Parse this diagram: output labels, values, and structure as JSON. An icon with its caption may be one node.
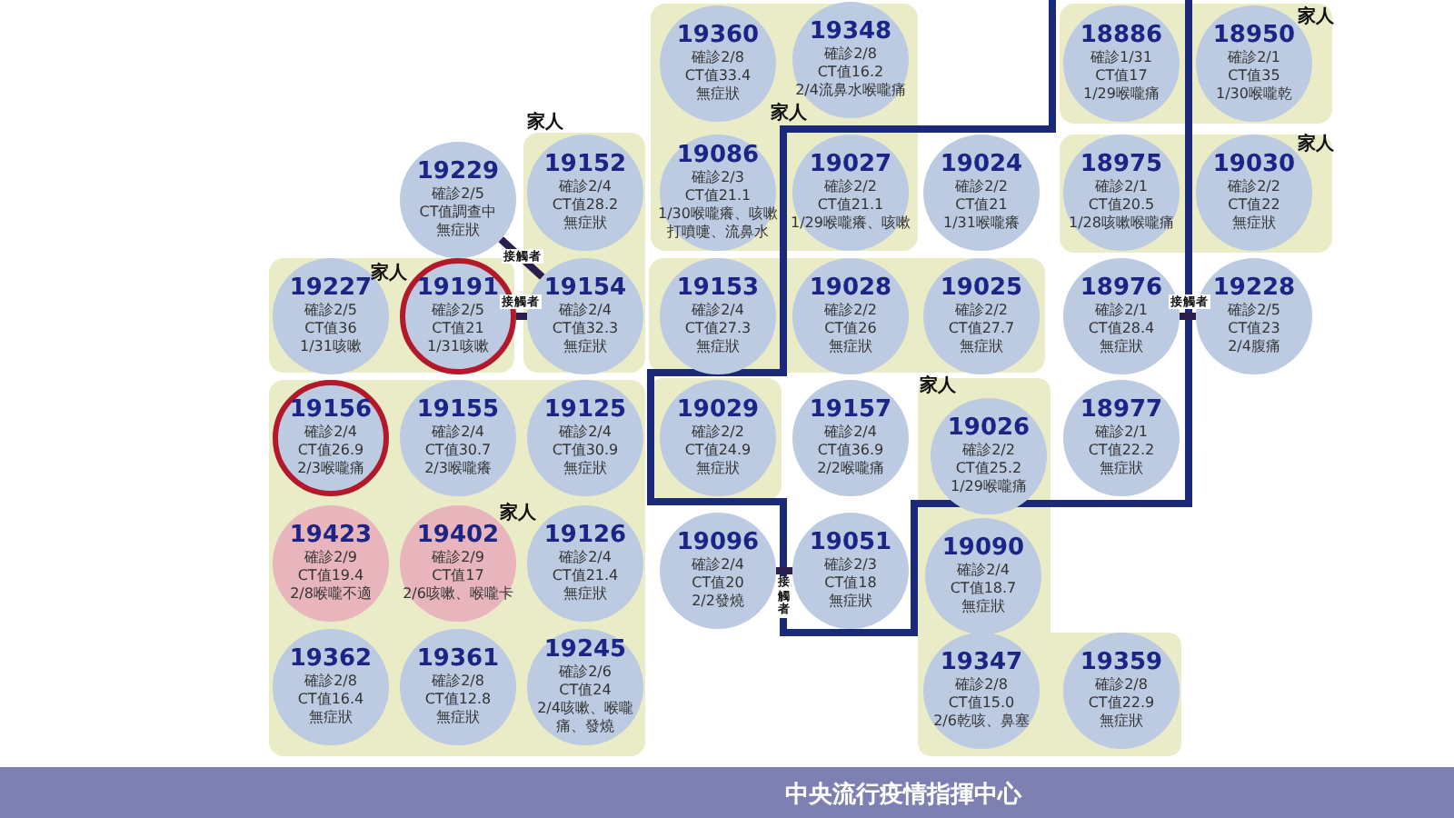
{
  "diagram": {
    "nodes": [
      {
        "text": [
          "家人"
        ]
      },
      {
        "text": [
          "19360",
          "確診2/8",
          "CT值33.4",
          "無症狀"
        ],
        "in": 0
      },
      {
        "text": [
          "19348",
          "確診2/8",
          "CT值16.2",
          "2/4流鼻水喉嚨痛"
        ],
        "in": 0
      },
      {
        "text": [
          "家人"
        ]
      },
      {
        "text": [
          "18886",
          "確診1/31",
          "CT值17",
          "1/29喉嚨痛"
        ],
        "in": 3
      },
      {
        "text": [
          "18950",
          "確診2/1",
          "CT值35",
          "1/30喉嚨乾"
        ],
        "in": 3
      },
      {
        "text": [
          "19229",
          "確診2/5",
          "CT值調查中",
          "無症狀"
        ]
      },
      {
        "text": [
          "家人"
        ]
      },
      {
        "text": [
          "19152",
          "確診2/4",
          "CT值28.2",
          "無症狀"
        ],
        "in": 7
      },
      {
        "text": [
          "19086",
          "確診2/3",
          "CT值21.1",
          "1/30喉嚨癢、咳嗽打噴嚏、流鼻水"
        ],
        "in": 0
      },
      {
        "text": [
          "19027",
          "確診2/2",
          "CT值21.1",
          "1/29喉嚨癢、咳嗽"
        ],
        "in": 0
      },
      {
        "text": [
          "19024",
          "確診2/2",
          "CT值21",
          "1/31喉嚨癢"
        ]
      },
      {
        "text": [
          "家人"
        ]
      },
      {
        "text": [
          "18975",
          "確診2/1",
          "CT值20.5",
          "1/28咳嗽喉嚨痛"
        ],
        "in": 12
      },
      {
        "text": [
          "19030",
          "確診2/2",
          "CT值22",
          "無症狀"
        ],
        "in": 12
      },
      {
        "text": [
          "家人"
        ]
      },
      {
        "text": [
          "19227",
          "確診2/5",
          "CT值36",
          "1/31咳嗽"
        ],
        "in": 15
      },
      {
        "text": [
          "19191",
          "確診2/5",
          "CT值21",
          "1/31咳嗽"
        ],
        "in": 15
      },
      {
        "text": [
          "19154",
          "確診2/4",
          "CT值32.3",
          "無症狀"
        ],
        "in": 7
      },
      {
        "text": [],
        "shape": "box"
      },
      {
        "text": [
          "19153",
          "確診2/4",
          "CT值27.3",
          "無症狀"
        ],
        "in": 19
      },
      {
        "text": [
          "19028",
          "確診2/2",
          "CT值26",
          "無症狀"
        ],
        "in": 19
      },
      {
        "text": [
          "19025",
          "確診2/2",
          "CT值27.7",
          "無症狀"
        ],
        "in": 19
      },
      {
        "text": [
          "18976",
          "確診2/1",
          "CT值28.4",
          "無症狀"
        ]
      },
      {
        "text": [
          "19228",
          "確診2/5",
          "CT值23",
          "2/4腹痛"
        ]
      },
      {
        "text": [
          "家人"
        ]
      },
      {
        "text": [
          "19156",
          "確診2/4",
          "CT值26.9",
          "2/3喉嚨痛"
        ],
        "in": 25
      },
      {
        "text": [
          "19155",
          "確診2/4",
          "CT值30.7",
          "2/3喉嚨癢"
        ],
        "in": 25
      },
      {
        "text": [
          "19125",
          "確診2/4",
          "CT值30.9",
          "無症狀"
        ],
        "in": 25
      },
      {
        "text": [],
        "shape": "box"
      },
      {
        "text": [
          "19029",
          "確診2/2",
          "CT值24.9",
          "無症狀"
        ],
        "in": 29
      },
      {
        "text": [
          "19157",
          "確診2/4",
          "CT值36.9",
          "2/2喉嚨痛"
        ]
      },
      {
        "text": [
          "家人"
        ]
      },
      {
        "text": [
          "19026",
          "確診2/2",
          "CT值25.2",
          "1/29喉嚨痛"
        ],
        "in": 32
      },
      {
        "text": [
          "18977",
          "確診2/1",
          "CT值22.2",
          "無症狀"
        ]
      },
      {
        "text": [
          "19423",
          "確診2/9",
          "CT值19.4",
          "2/8喉嚨不適"
        ],
        "in": 25
      },
      {
        "text": [
          "19402",
          "確診2/9",
          "CT值17",
          "2/6咳嗽、喉嚨卡"
        ],
        "in": 25
      },
      {
        "text": [
          "19126",
          "確診2/4",
          "CT值21.4",
          "無症狀"
        ],
        "in": 25
      },
      {
        "text": [
          "19096",
          "確診2/4",
          "CT值20",
          "2/2發燒"
        ]
      },
      {
        "text": [
          "19051",
          "確診2/3",
          "CT值18",
          "無症狀"
        ]
      },
      {
        "text": [
          "19090",
          "確診2/4",
          "CT值18.7",
          "無症狀"
        ],
        "in": 32
      },
      {
        "text": [
          "19362",
          "確診2/8",
          "CT值16.4",
          "無症狀"
        ],
        "in": 25
      },
      {
        "text": [
          "19361",
          "確診2/8",
          "CT值12.8",
          "無症狀"
        ],
        "in": 25
      },
      {
        "text": [
          "19245",
          "確診2/6",
          "CT值24",
          "2/4咳嗽、喉嚨痛、發燒"
        ],
        "in": 25
      },
      {
        "text": [
          "19347",
          "確診2/8",
          "CT值15.0",
          "2/6乾咳、鼻塞"
        ],
        "in": 32
      },
      {
        "text": [
          "19359",
          "確診2/8",
          "CT值22.9",
          "無症狀"
        ],
        "in": 32
      }
    ],
    "edges": [
      {
        "from": 6,
        "to": 18,
        "arrow": "none",
        "label": "接觸者"
      },
      {
        "from": 17,
        "to": 18,
        "arrow": "none",
        "label": "接觸者"
      },
      {
        "from": 38,
        "to": 39,
        "arrow": "none",
        "label": "接觸者"
      },
      {
        "from": 23,
        "to": 24,
        "arrow": "none",
        "label": "接觸者"
      }
    ],
    "labels": [
      "中央流行疫情指揮中心"
    ]
  }
}
